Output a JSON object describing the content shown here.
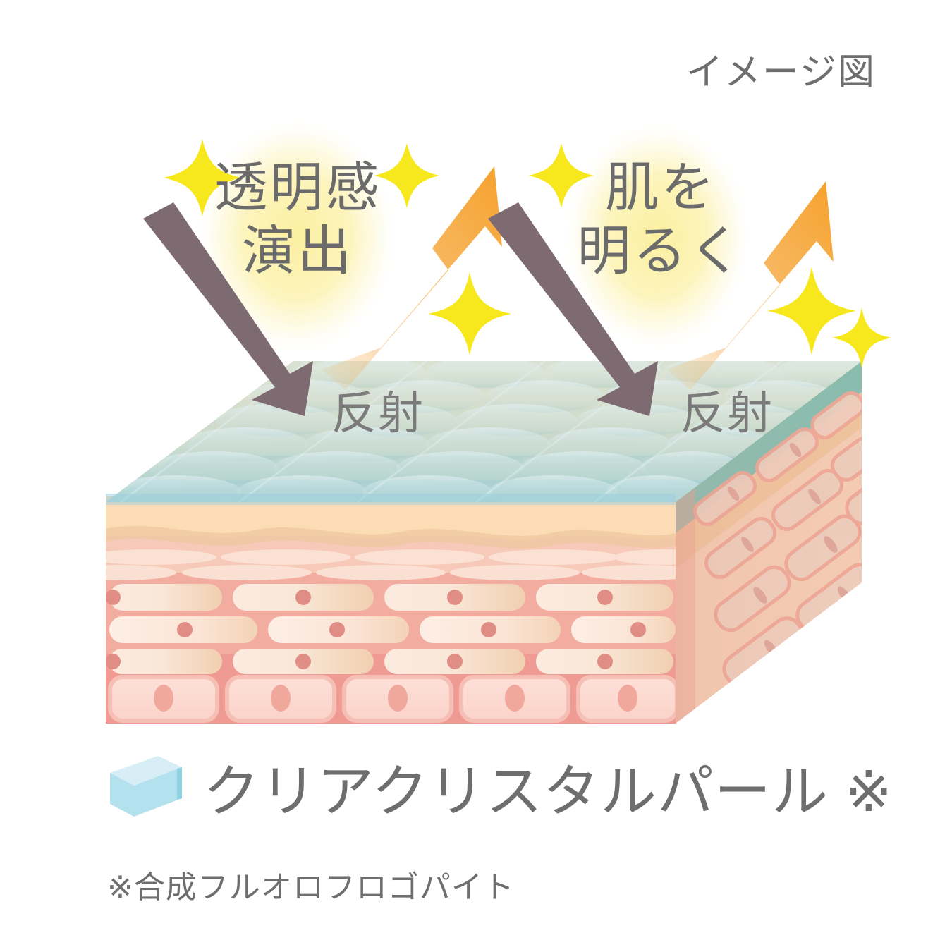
{
  "page": {
    "background_color": "#ffffff",
    "image_note": "イメージ図"
  },
  "bubbles": [
    {
      "id": "clarity",
      "text": "透明感\n演出",
      "glow_color": "#fbf2b4"
    },
    {
      "id": "brightness",
      "text": "肌を\n明るく",
      "glow_color": "#fbf2b4"
    }
  ],
  "reflections": [
    {
      "label": "反射"
    },
    {
      "label": "反射"
    }
  ],
  "arrows": {
    "incoming_color": "#7e6b72",
    "outgoing_color": "#f5a22e",
    "incoming_name": "incoming-light-arrow",
    "outgoing_name": "reflected-light-arrow"
  },
  "sparkles": {
    "color": "#f7e81e",
    "count": 6
  },
  "legend": {
    "swatch": {
      "name": "pearl-cube-swatch",
      "top_color": "#d7eef6",
      "front_color": "#b3e1ee",
      "side_color": "#8ed2e2"
    },
    "label": "クリアクリスタルパール ※"
  },
  "footnote": "※合成フルオロフロゴパイト",
  "skin_block": {
    "name": "skin-cross-section",
    "pearl_layer_color": "#c5e3ef",
    "surface_color": "#e7dcb4",
    "surface_shade_color": "#9ec9bd",
    "corneum_color": "#fbdcb4",
    "granular_color": "#f5c3b4",
    "spinous_color": "#f0a79c",
    "basal_color": "#ef9a92",
    "cell_fill_color": "#f7e3d3",
    "nucleus_color": "#e08d85",
    "layers": [
      {
        "name": "clear-crystal-pearl-film"
      },
      {
        "name": "quilted-surface-texture"
      },
      {
        "name": "stratum-corneum"
      },
      {
        "name": "granular-layer"
      },
      {
        "name": "spinous-layer"
      },
      {
        "name": "basal-layer"
      }
    ]
  }
}
